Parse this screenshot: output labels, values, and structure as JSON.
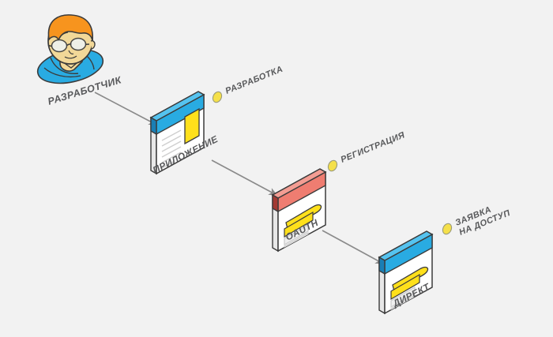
{
  "diagram": {
    "title_visible": false,
    "background_color": "#f2f2f2",
    "colors": {
      "blue": "#29abe2",
      "blue_dark": "#0e93d6",
      "blue_side": "#1a7fb5",
      "red": "#ef7d71",
      "red_dark": "#d9554a",
      "red_side": "#a33a33",
      "yellow": "#ffe01b",
      "yellow_marker": "#f5e04a",
      "skin": "#f2d898",
      "hair": "#f7941e",
      "shirt": "#29abe2",
      "outline": "#3b3b3b",
      "label_text": "#58595b",
      "arrow": "#808080",
      "line_gray": "#d9d9d9",
      "card_white": "#ffffff"
    },
    "actor": {
      "name": "developer-avatar",
      "label": "РАЗРАБОТЧИК"
    },
    "nodes": [
      {
        "id": "app",
        "label": "ПРИЛОЖЕНИЕ",
        "header_color": "#29abe2",
        "tag": "РАЗРАБОТКА",
        "tag_lines": [
          "РАЗРАБОТКА"
        ],
        "content": "lines-and-yellow-block"
      },
      {
        "id": "oauth",
        "label": "OAUTH",
        "header_color": "#ef7d71",
        "tag": "РЕГИСТРАЦИЯ",
        "tag_lines": [
          "РЕГИСТРАЦИЯ"
        ],
        "content": "pencil-and-bars"
      },
      {
        "id": "direct",
        "label": "ДИРЕКТ",
        "header_color": "#29abe2",
        "tag": "ЗАЯВКА НА ДОСТУП",
        "tag_lines": [
          "ЗАЯВКА",
          "НА ДОСТУП"
        ],
        "content": "pencil-and-bars"
      }
    ],
    "arrows": [
      {
        "id": "arrow-dev-to-app",
        "from": "developer-avatar",
        "to": "app"
      },
      {
        "id": "arrow-app-to-oauth",
        "from": "app",
        "to": "oauth"
      },
      {
        "id": "arrow-oauth-to-direct",
        "from": "oauth",
        "to": "direct"
      }
    ]
  }
}
